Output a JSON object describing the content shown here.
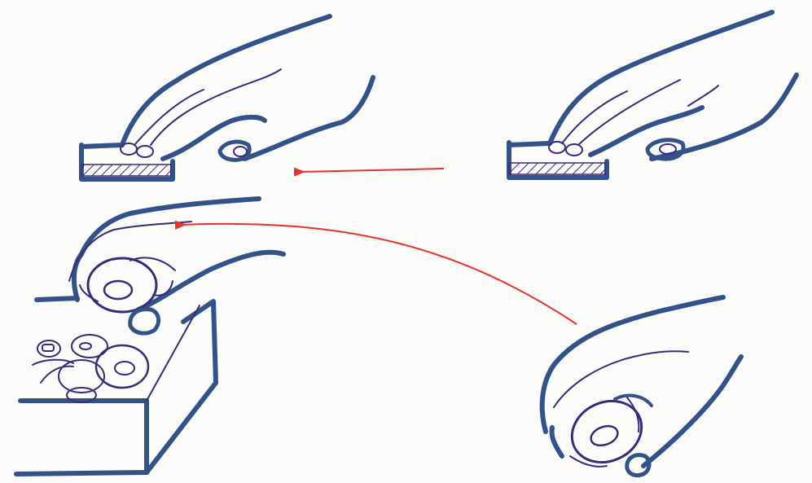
{
  "figure": {
    "panels": [
      {
        "id": "press-after",
        "depicts": "hand-pressing-button"
      },
      {
        "id": "press-before",
        "depicts": "hand-pressing-button"
      },
      {
        "id": "pick-into-bin",
        "depicts": "hand-placing-washer-into-bin"
      },
      {
        "id": "hold-washer",
        "depicts": "hand-holding-washer"
      }
    ],
    "arrows": [
      {
        "from": "press-before",
        "to": "press-after",
        "shape": "straight"
      },
      {
        "from": "hold-washer",
        "to": "pick-into-bin",
        "shape": "curved"
      }
    ],
    "colors": {
      "outline": "#34528a",
      "inner_line": "#3a2a7a",
      "arrow": "#e8322c",
      "paper": "#fbfbf9"
    }
  }
}
